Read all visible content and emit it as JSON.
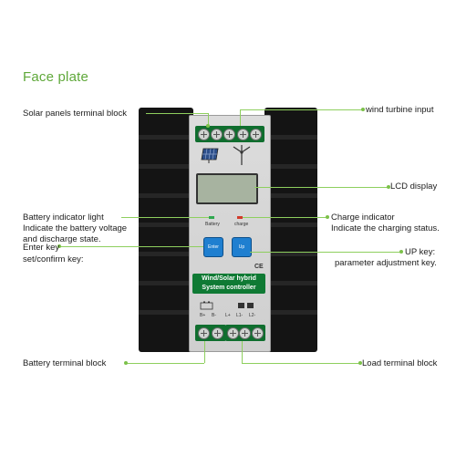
{
  "heading": "Face plate",
  "callouts": {
    "solar": "Solar panels terminal block",
    "wind": "wind turbine  input",
    "lcd": "LCD display",
    "battery_light_1": "Battery indicator light",
    "battery_light_2": "Indicate the battery voltage",
    "battery_light_3": "and discharge state.",
    "charge_1": "Charge indicator",
    "charge_2": "Indicate the charging status.",
    "enter_1": "Enter key",
    "enter_2": "set/confirm key:",
    "up_1": "UP key:",
    "up_2": "parameter adjustment key.",
    "battery_terminal": "Battery terminal block",
    "load_terminal": "Load terminal block"
  },
  "device": {
    "battery_led": "Battery",
    "charge_led": "charge",
    "enter_btn": "Enter",
    "up_btn": "Up",
    "title_line1": "Wind/Solar hybrid",
    "title_line2": "System controller",
    "term_bplus": "B+",
    "term_bminus": "B-",
    "term_l1plus": "L+",
    "term_l1minus": "L1-",
    "term_l2minus": "L2-",
    "ce_mark": "CE"
  },
  "colors": {
    "accent": "#5fa83a",
    "leader": "#8ecf5e",
    "terminal_green": "#0f6e2e",
    "button_blue": "#1f7fd0"
  }
}
